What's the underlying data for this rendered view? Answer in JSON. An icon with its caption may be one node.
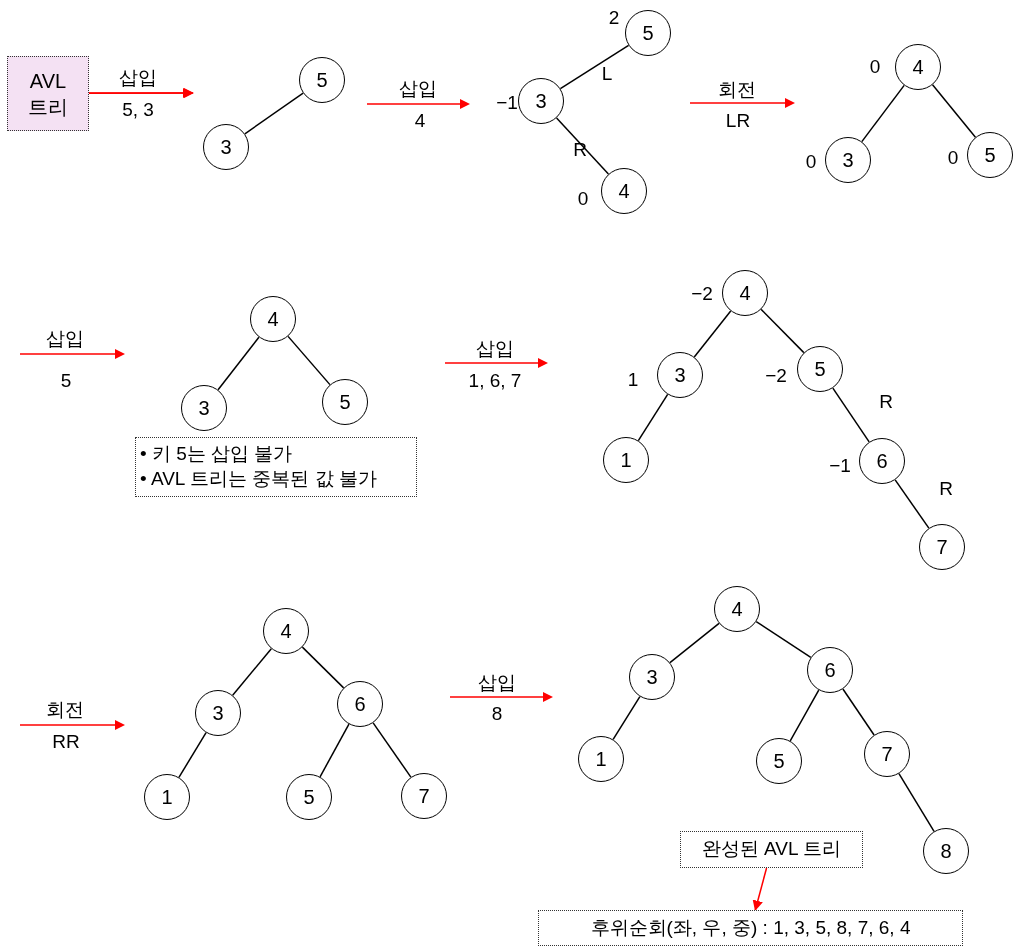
{
  "diagram": {
    "nodes": [
      {
        "text": [
          "AVL 트리"
        ]
      },
      {
        "text": [
          "5"
        ]
      },
      {
        "text": [
          "3"
        ]
      },
      {
        "text": [
          "5"
        ],
        "beside": [
          "2"
        ]
      },
      {
        "text": [
          "3"
        ],
        "beside": [
          "−1"
        ]
      },
      {
        "text": [
          "4"
        ],
        "beside": [
          "0"
        ]
      },
      {
        "text": [
          "4"
        ],
        "beside": [
          "0"
        ]
      },
      {
        "text": [
          "3"
        ],
        "beside": [
          "0"
        ]
      },
      {
        "text": [
          "5"
        ],
        "beside": [
          "0"
        ]
      },
      {
        "text": [
          "4"
        ]
      },
      {
        "text": [
          "3"
        ]
      },
      {
        "text": [
          "5"
        ]
      },
      {
        "text": [
          "• 키 5는 삽입 불가",
          "• AVL 트리는 중복된 값 불가"
        ]
      },
      {
        "text": [
          "4"
        ],
        "beside": [
          "−2"
        ]
      },
      {
        "text": [
          "3"
        ],
        "beside": [
          "1"
        ]
      },
      {
        "text": [
          "5"
        ],
        "beside": [
          "−2"
        ]
      },
      {
        "text": [
          "1"
        ]
      },
      {
        "text": [
          "6"
        ],
        "beside": [
          "−1"
        ]
      },
      {
        "text": [
          "7"
        ]
      },
      {
        "text": [
          "4"
        ]
      },
      {
        "text": [
          "3"
        ]
      },
      {
        "text": [
          "6"
        ]
      },
      {
        "text": [
          "1"
        ]
      },
      {
        "text": [
          "5"
        ]
      },
      {
        "text": [
          "7"
        ]
      },
      {
        "text": [
          "4"
        ]
      },
      {
        "text": [
          "3"
        ]
      },
      {
        "text": [
          "6"
        ]
      },
      {
        "text": [
          "1"
        ]
      },
      {
        "text": [
          "5"
        ]
      },
      {
        "text": [
          "7"
        ]
      },
      {
        "text": [
          "8"
        ]
      },
      {
        "text": [
          "완성된 AVL 트리"
        ]
      },
      {
        "text": [
          "후위순회(좌, 우, 중) : 1, 3, 5, 8, 7, 6, 4"
        ]
      }
    ],
    "edges": [
      {
        "from": 0,
        "to": null,
        "arrow": "to",
        "color": "#ff0000"
      },
      {
        "from": 1,
        "to": 2,
        "arrow": "none"
      },
      {
        "from": 3,
        "to": 4,
        "arrow": "none",
        "label": "L"
      },
      {
        "from": 4,
        "to": 5,
        "arrow": "none",
        "label": "R"
      },
      {
        "from": 6,
        "to": 7,
        "arrow": "none"
      },
      {
        "from": 6,
        "to": 8,
        "arrow": "none"
      },
      {
        "from": 9,
        "to": 10,
        "arrow": "none"
      },
      {
        "from": 9,
        "to": 11,
        "arrow": "none"
      },
      {
        "from": 13,
        "to": 14,
        "arrow": "none"
      },
      {
        "from": 13,
        "to": 15,
        "arrow": "none"
      },
      {
        "from": 14,
        "to": 16,
        "arrow": "none"
      },
      {
        "from": 15,
        "to": 17,
        "arrow": "none",
        "label": "R"
      },
      {
        "from": 17,
        "to": 18,
        "arrow": "none",
        "label": "R"
      },
      {
        "from": 19,
        "to": 20,
        "arrow": "none"
      },
      {
        "from": 19,
        "to": 21,
        "arrow": "none"
      },
      {
        "from": 20,
        "to": 22,
        "arrow": "none"
      },
      {
        "from": 21,
        "to": 23,
        "arrow": "none"
      },
      {
        "from": 21,
        "to": 24,
        "arrow": "none"
      },
      {
        "from": 25,
        "to": 26,
        "arrow": "none"
      },
      {
        "from": 25,
        "to": 27,
        "arrow": "none"
      },
      {
        "from": 26,
        "to": 28,
        "arrow": "none"
      },
      {
        "from": 27,
        "to": 29,
        "arrow": "none"
      },
      {
        "from": 27,
        "to": 30,
        "arrow": "none"
      },
      {
        "from": 30,
        "to": 31,
        "arrow": "none"
      },
      {
        "from": 32,
        "to": 33,
        "arrow": "to",
        "color": "#ff0000"
      }
    ],
    "labels": [
      "삽입",
      "5, 3",
      "삽입",
      "4",
      "회전",
      "LR",
      "삽입",
      "5",
      "삽입",
      "1, 6, 7",
      "회전",
      "RR",
      "삽입",
      "8"
    ]
  }
}
